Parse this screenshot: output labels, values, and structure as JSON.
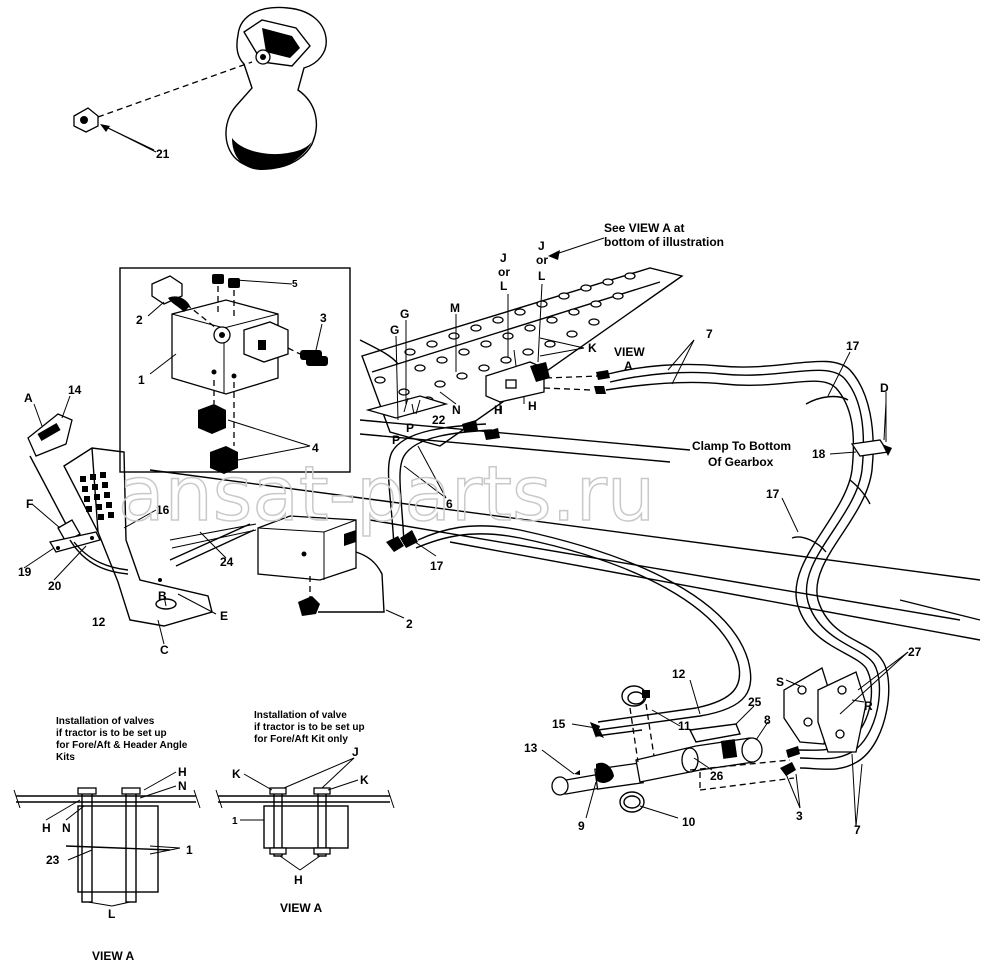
{
  "watermark": "ansat-parts.ru",
  "callouts": {
    "c21": "21",
    "c14": "14",
    "cA": "A",
    "cF": "F",
    "c19": "19",
    "c20": "20",
    "c12a": "12",
    "c16": "16",
    "cB": "B",
    "cE": "E",
    "cC": "C",
    "c24": "24",
    "c2a": "2",
    "c5": "5",
    "c3a": "3",
    "c1": "1",
    "c4": "4",
    "c2b": "2",
    "c17a": "17",
    "c6": "6",
    "cG1": "G",
    "cG2": "G",
    "cM": "M",
    "cP1": "P",
    "cP2": "P",
    "c22": "22",
    "cN": "N",
    "cH1": "H",
    "cH2": "H",
    "cK": "K",
    "cJ1": "J",
    "cOr1": "or",
    "cL1": "L",
    "cJ2": "J",
    "cOr2": "or",
    "cL2": "L",
    "cView": "VIEW",
    "cViewA": "A",
    "c7a": "7",
    "c17b": "17",
    "cD": "D",
    "c18": "18",
    "c17c": "17",
    "c12b": "12",
    "c25": "25",
    "c11": "11",
    "c15": "15",
    "c8": "8",
    "c13": "13",
    "c26": "26",
    "c9": "9",
    "c10": "10",
    "c3b": "3",
    "c7b": "7",
    "c27": "27",
    "cS": "S",
    "cR": "R"
  },
  "notes": {
    "see_view_line1": "See VIEW A at",
    "see_view_line2": "bottom of illustration",
    "clamp_line1": "Clamp To Bottom",
    "clamp_line2": "Of Gearbox"
  },
  "view_left": {
    "caption_line1": "Installation of valves",
    "caption_line2": "if tractor is to be set up",
    "caption_line3": "for Fore/Aft & Header Angle",
    "caption_line4": "Kits",
    "labels": {
      "H_top": "H",
      "N_top": "N",
      "H_left": "H",
      "N_left": "N",
      "num23": "23",
      "num1": "1",
      "L": "L"
    },
    "title": "VIEW  A"
  },
  "view_right": {
    "caption_line1": "Installation of valve",
    "caption_line2": "if tractor is to be set up",
    "caption_line3": "for Fore/Aft Kit only",
    "labels": {
      "K_left": "K",
      "J": "J",
      "K_right": "K",
      "num1": "1",
      "H": "H"
    },
    "title": "VIEW   A"
  }
}
